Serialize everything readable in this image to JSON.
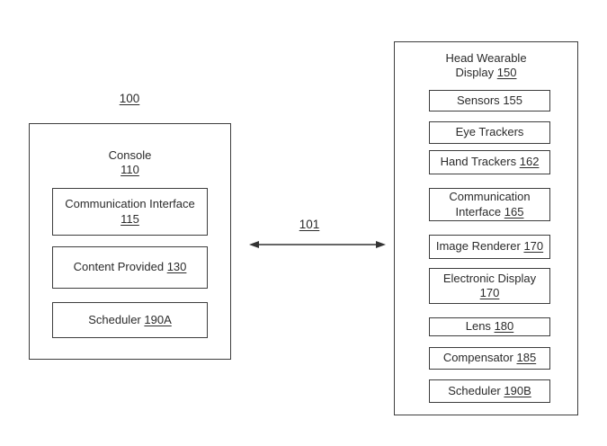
{
  "diagram": {
    "figure_ref": "100",
    "link_ref": "101",
    "ink_color": "#2b2b2b",
    "border_color": "#3d3d3d",
    "console": {
      "title": "Console",
      "ref": "110",
      "items": [
        {
          "label": "Communication Interface",
          "ref": "115"
        },
        {
          "label": "Content Provided",
          "ref": "130"
        },
        {
          "label": "Scheduler",
          "ref": "190A"
        }
      ]
    },
    "head_wearable_display": {
      "title": "Head Wearable Display",
      "ref": "150",
      "items": [
        {
          "label": "Sensors",
          "ref": "155"
        },
        {
          "label": "Eye Trackers",
          "ref": ""
        },
        {
          "label": "Hand Trackers",
          "ref": "162"
        },
        {
          "label": "Communication Interface",
          "ref": "165"
        },
        {
          "label": "Image Renderer",
          "ref": "170"
        },
        {
          "label": "Electronic Display",
          "ref": "170"
        },
        {
          "label": "Lens",
          "ref": "180"
        },
        {
          "label": "Compensator",
          "ref": "185"
        },
        {
          "label": "Scheduler",
          "ref": "190B"
        }
      ]
    }
  }
}
